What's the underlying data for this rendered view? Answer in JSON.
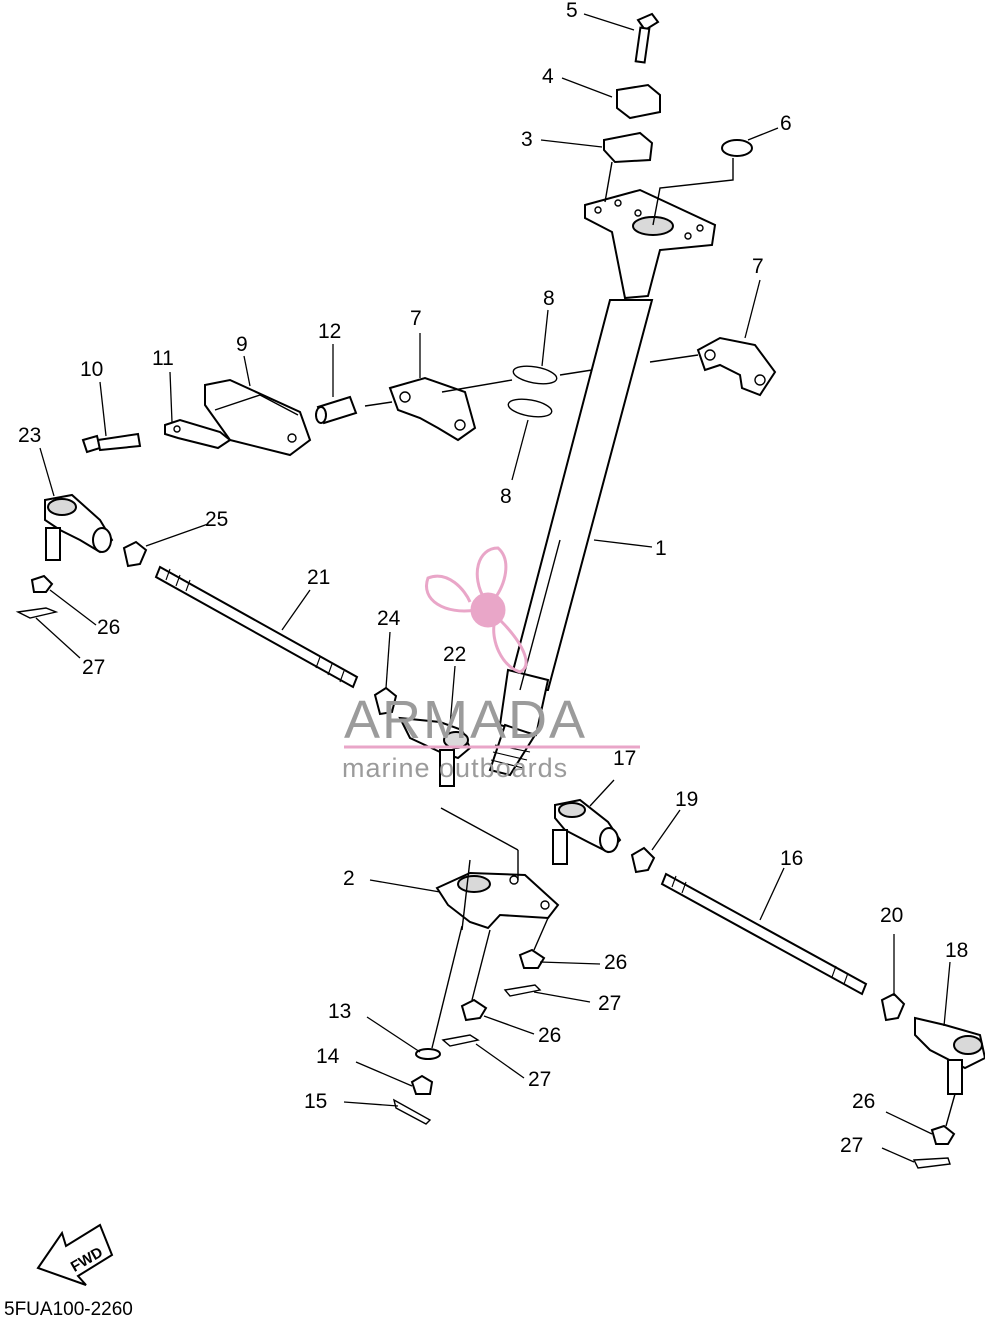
{
  "diagram_code": "5FUA100-2260",
  "fwd_label": "FWD",
  "watermark": {
    "name": "ARMADA",
    "tagline": "marine outboards",
    "brand_color": "#e9a6c8",
    "text_color": "#9b9b9b"
  },
  "callouts": [
    "1",
    "2",
    "3",
    "4",
    "5",
    "6",
    "7",
    "7",
    "8",
    "8",
    "9",
    "10",
    "11",
    "12",
    "13",
    "14",
    "15",
    "16",
    "17",
    "18",
    "19",
    "20",
    "21",
    "22",
    "23",
    "24",
    "25",
    "26",
    "26",
    "26",
    "26",
    "26",
    "27",
    "27",
    "27",
    "27",
    "27"
  ]
}
